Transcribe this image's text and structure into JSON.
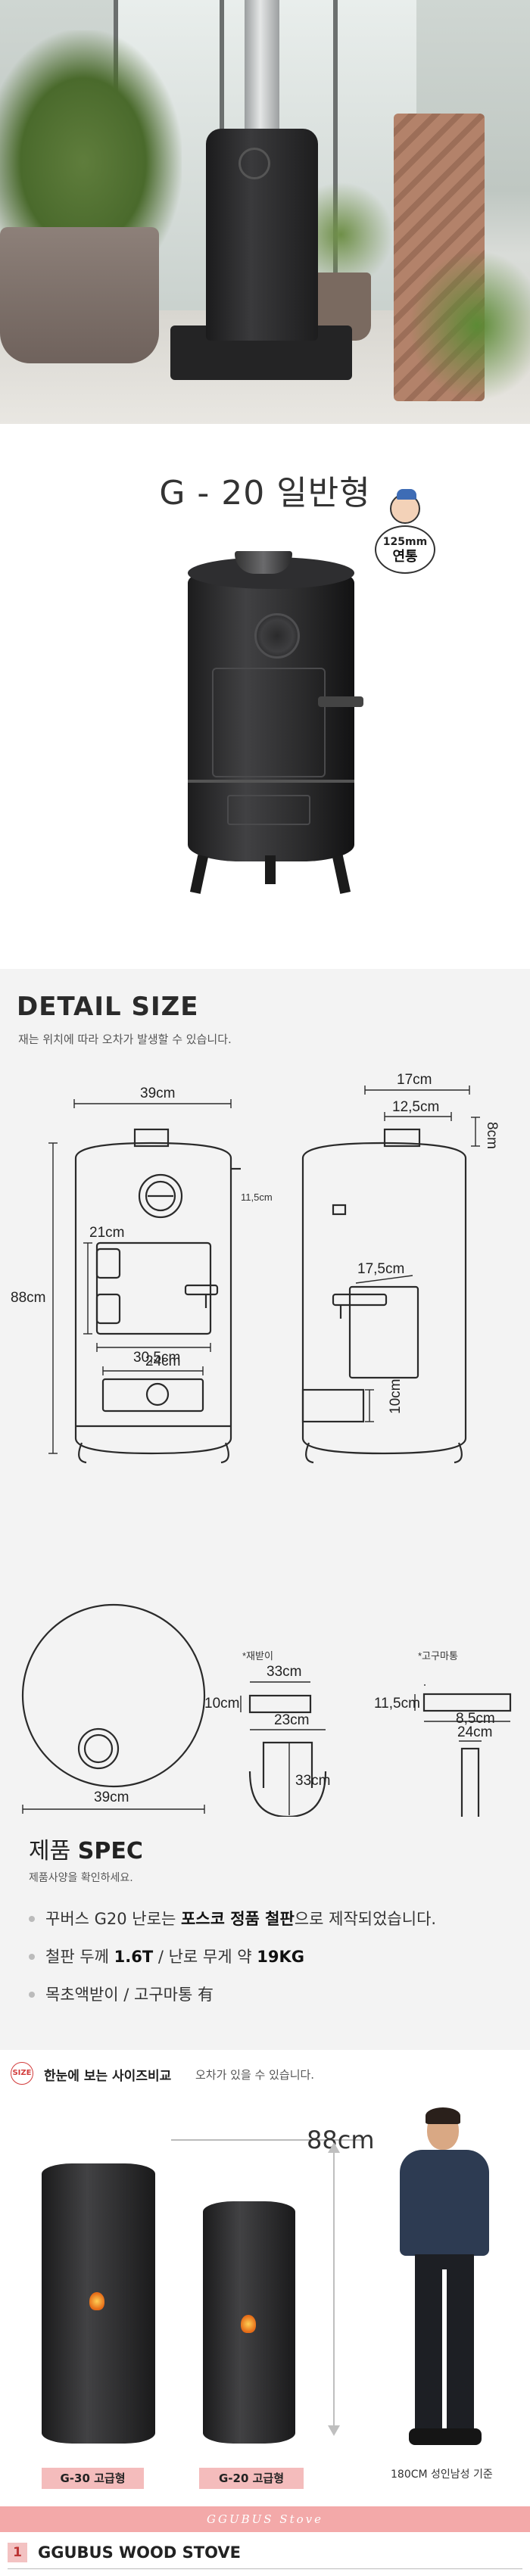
{
  "model": {
    "name": "G - 20 일반형",
    "flue_badge": {
      "size": "125mm",
      "word": "연통"
    }
  },
  "detail": {
    "title": "DETAIL SIZE",
    "note": "재는 위치에 따라 오차가 발생할 수 있습니다.",
    "front": {
      "width": "39cm",
      "height": "88cm",
      "door_height": "21cm",
      "door_width": "24cm",
      "ash_width": "30,5cm",
      "handle": "11,5cm"
    },
    "side": {
      "top_width": "17cm",
      "collar_width": "12,5cm",
      "collar_height": "8cm",
      "handle_len": "17,5cm",
      "ash_height": "10cm"
    },
    "top_view": {
      "diameter": "39cm"
    },
    "ash_tray": {
      "label": "*재받이",
      "length": "33cm",
      "height": "10cm",
      "width": "23cm",
      "depth": "33cm"
    },
    "handle_part": {
      "label": "*고구마통",
      "height": "11,5cm",
      "length": "24cm",
      "width": "8,5cm"
    }
  },
  "spec": {
    "title_ko": "제품",
    "title_en": "SPEC",
    "subtitle": "제품사양을 확인하세요.",
    "line1_pre": "꾸버스 G20 난로는 ",
    "line1_bold": "포스코 정품 철판",
    "line1_post": "으로 제작되었습니다.",
    "line2_pre": "철판 두께 ",
    "line2_bold": "1.6T",
    "line2_sep": " /  난로 무게 약 ",
    "line2_bold2": "19KG",
    "line3": "목초액받이 / 고구마통 有"
  },
  "compare": {
    "tag": "SIZE",
    "head": "한눈에 보는 사이즈비교",
    "head_note": "오차가 있을 수 있습니다.",
    "height": "88cm",
    "labels": [
      "G-30 고급형",
      "G-20 고급형"
    ],
    "person_caption": "180CM 성인남성 기준"
  },
  "footer": {
    "brand": "GGUBUS Stove",
    "section_num": "1",
    "section_name": "GGUBUS WOOD STOVE"
  }
}
